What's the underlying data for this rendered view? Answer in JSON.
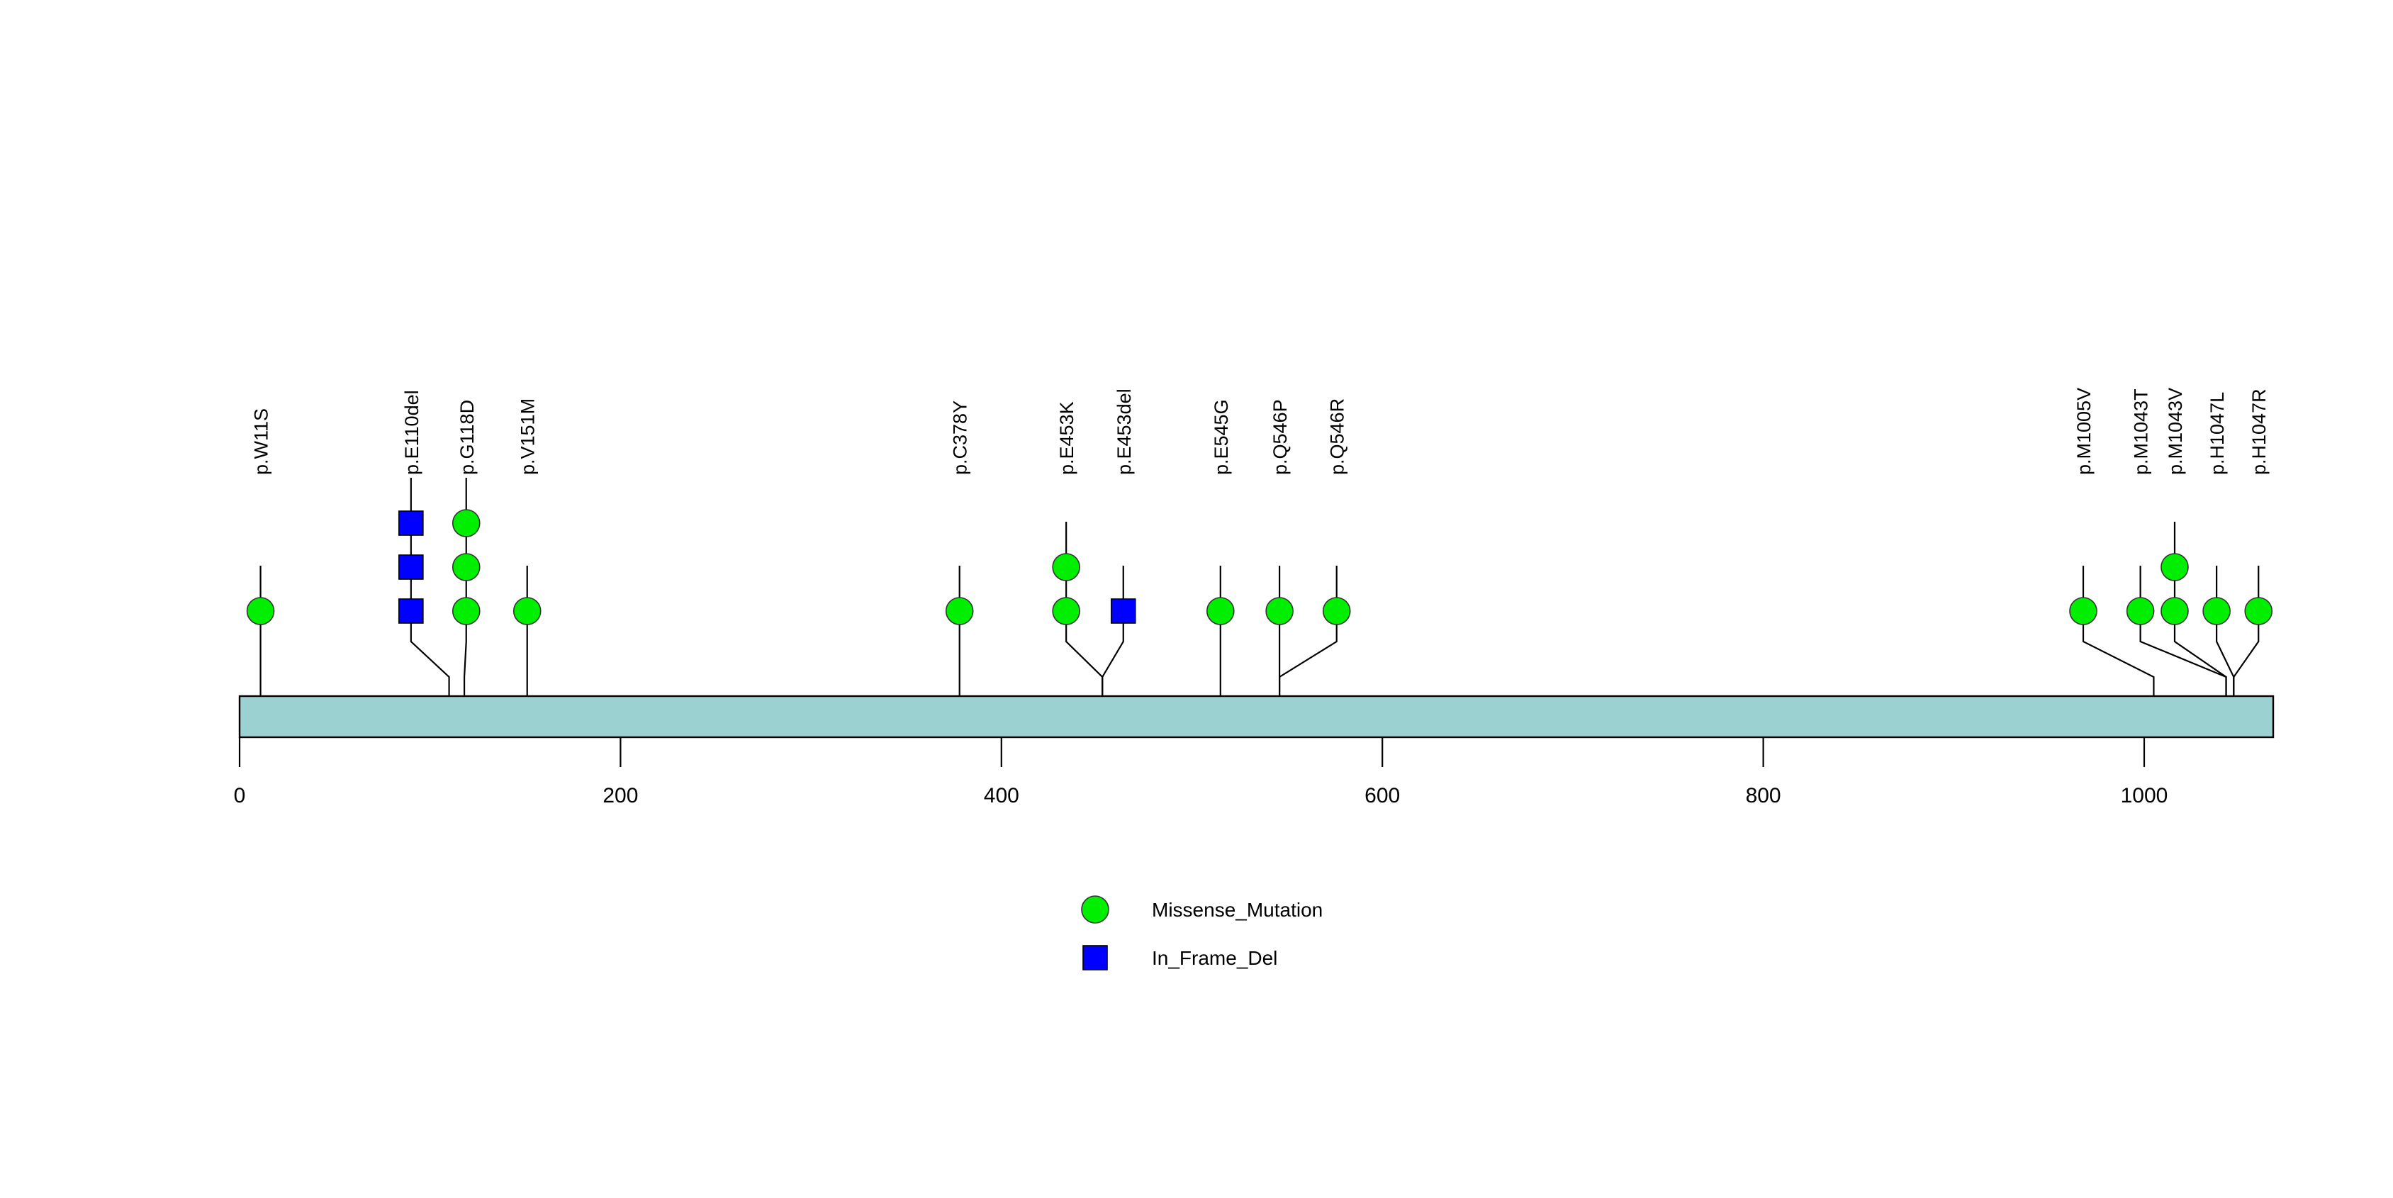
{
  "chart_data": {
    "type": "lollipop",
    "title": "",
    "xlabel": "",
    "ylabel": "",
    "xlim": [
      0,
      1068
    ],
    "axis_ticks": [
      "0",
      "200",
      "400",
      "600",
      "800",
      "1000"
    ],
    "axis_tick_values": [
      0,
      200,
      400,
      600,
      800,
      1000
    ],
    "protein_length": 1068,
    "protein_bar_color": "#9BD1D0",
    "grid": false,
    "legend_position": "bottom-center",
    "legend": [
      {
        "label": "Missense_Mutation",
        "shape": "circle",
        "color": "#00EE00"
      },
      {
        "label": "In_Frame_Del",
        "shape": "square",
        "color": "#0000FF"
      }
    ],
    "mutations": [
      {
        "label": "p.W11S",
        "position": 11,
        "label_x": 11,
        "missense": 1,
        "inframedel": 0
      },
      {
        "label": "p.E110del",
        "position": 110,
        "label_x": 90,
        "missense": 0,
        "inframedel": 3
      },
      {
        "label": "p.G118D",
        "position": 118,
        "label_x": 119,
        "missense": 3,
        "inframedel": 0
      },
      {
        "label": "p.V151M",
        "position": 151,
        "label_x": 151,
        "missense": 1,
        "inframedel": 0
      },
      {
        "label": "p.C378Y",
        "position": 378,
        "label_x": 378,
        "missense": 1,
        "inframedel": 0
      },
      {
        "label": "p.E453K",
        "position": 453,
        "label_x": 434,
        "missense": 2,
        "inframedel": 0
      },
      {
        "label": "p.E453del",
        "position": 453,
        "label_x": 464,
        "missense": 0,
        "inframedel": 1
      },
      {
        "label": "p.E545G",
        "position": 515,
        "label_x": 515,
        "missense": 1,
        "inframedel": 0
      },
      {
        "label": "p.Q546P",
        "position": 546,
        "label_x": 546,
        "missense": 1,
        "inframedel": 0
      },
      {
        "label": "p.Q546R",
        "position": 546,
        "label_x": 576,
        "missense": 1,
        "inframedel": 0
      },
      {
        "label": "p.M1005V",
        "position": 1005,
        "label_x": 968,
        "missense": 1,
        "inframedel": 0
      },
      {
        "label": "p.M1043T",
        "position": 1043,
        "label_x": 998,
        "missense": 1,
        "inframedel": 0
      },
      {
        "label": "p.M1043V",
        "position": 1043,
        "label_x": 1016,
        "missense": 2,
        "inframedel": 0
      },
      {
        "label": "p.H1047L",
        "position": 1047,
        "label_x": 1038,
        "missense": 1,
        "inframedel": 0
      },
      {
        "label": "p.H1047R",
        "position": 1047,
        "label_x": 1060,
        "missense": 1,
        "inframedel": 0
      }
    ]
  }
}
